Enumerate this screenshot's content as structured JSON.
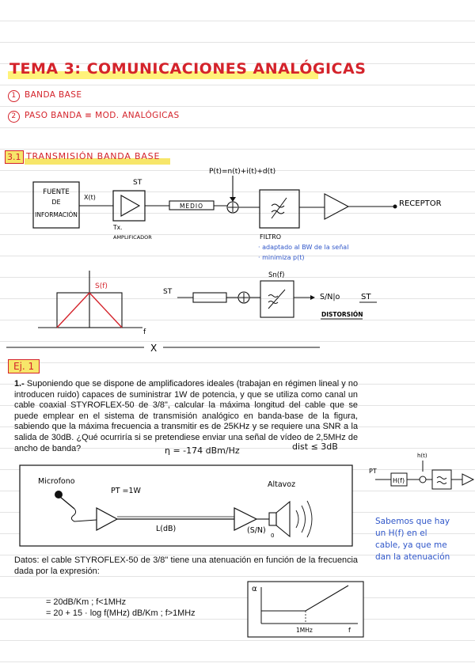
{
  "header": {
    "title": "TEMA 3: COMUNICACIONES ANALÓGICAS",
    "items": [
      {
        "num": "1",
        "label": "BANDA BASE"
      },
      {
        "num": "2",
        "label": "PASO BANDA ≡ MOD. ANALÓGICAS"
      }
    ]
  },
  "section": {
    "number": "3.1",
    "title": "TRANSMISIÓN BANDA BASE"
  },
  "diagram1": {
    "source": [
      "FUENTE",
      "DE",
      "INFORMACIÓN"
    ],
    "signal_x": "X(t)",
    "st": "ST",
    "tx": "Tx.",
    "amplifier": "AMPLIFICADOR",
    "medium": "MEDIO",
    "noise_eq": "P(t)=n(t)+i(t)+d(t)",
    "filter": "FILTRO",
    "receiver": "RECEPTOR",
    "note1": "· adaptado al BW de la señal",
    "note2": "· minimiza p(t)"
  },
  "diagram2": {
    "spectrum_label": "S(f)",
    "f_label": "f",
    "st": "ST",
    "sn_label": "Sn(f)",
    "snr_label": "S/N|o",
    "st_out": "ST",
    "distortion": "DISTORSIÓN",
    "x_mark": "X"
  },
  "exercise": {
    "label": "Ej. 1",
    "number": "1.-",
    "text": "Suponiendo que se dispone de amplificadores ideales (trabajan en régimen lineal y no introducen ruido) capaces de suministrar 1W de potencia, y que se utiliza como canal un cable coaxial STYROFLEX-50 de 3/8\", calcular la máxima longitud del cable que se puede emplear en el sistema de transmisión analógico en banda-base de la figura, sabiendo que la máxima frecuencia a transmitir es de 25KHz y se requiere una SNR a la salida de 30dB. ¿Qué ocurriría si se pretendiese enviar una señal de vídeo de 2,5MHz de ancho de banda?",
    "eta_note": "η = -174 dBm/Hz",
    "dist_note": "dist ≤ 3dB"
  },
  "figure": {
    "microphone": "Microfono",
    "pt": "PT =1W",
    "speaker": "Altavoz",
    "ldb": "L(dB)",
    "sno": "(S/N)",
    "sno_sub": "0"
  },
  "side": {
    "ht": "h(t)",
    "pt": "PT",
    "hf": "H(f)",
    "note": [
      "Sabemos que hay",
      "un H(f) en el",
      "cable, ya que me",
      "dan la atenuación"
    ]
  },
  "datos": {
    "text": "Datos: el cable STYROFLEX-50 de 3/8\" tiene una atenuación en función de la frecuencia dada por la expresión:",
    "alpha1": "= 20dB/Km    ;  f<1MHz",
    "alpha2": "= 20 + 15 · log f(MHz)   dB/Km    ; f>1MHz"
  },
  "graph": {
    "alpha": "α",
    "mhz": "1MHz",
    "f": "f"
  }
}
